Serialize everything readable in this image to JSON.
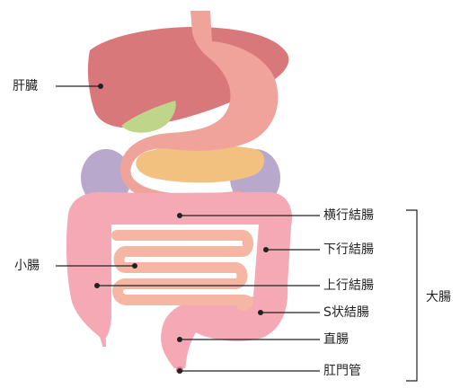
{
  "labels": {
    "liver": "肝臓",
    "small_intestine": "小腸",
    "transverse_colon": "横行結腸",
    "descending_colon": "下行結腸",
    "ascending_colon": "上行結腸",
    "sigmoid_colon": "S状結腸",
    "rectum": "直腸",
    "anus": "肛門管",
    "large_intestine": "大腸"
  },
  "colors": {
    "liver": "#d9787a",
    "stomach": "#f0a39b",
    "stomach_outline": "#e58c86",
    "pancreas": "#f2c07f",
    "gallbladder": "#bfd58a",
    "kidney": "#b8a9cc",
    "colon": "#f4a9b4",
    "small_intestine": "#f5b6a3",
    "anus": "#e87996",
    "leader_line": "#222222"
  }
}
